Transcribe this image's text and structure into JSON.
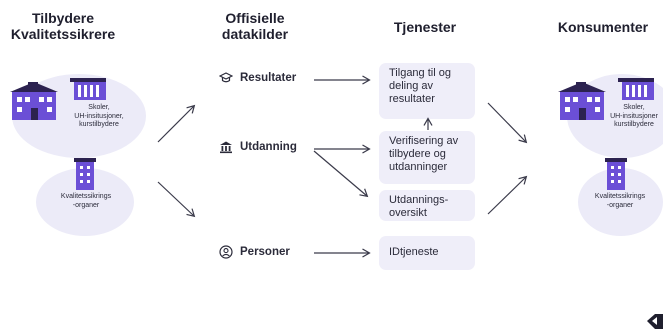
{
  "columns": {
    "providers": {
      "line1": "Tilbydere",
      "line2": "Kvalitetssikrere"
    },
    "sources": {
      "line1": "Offisielle",
      "line2": "datakilder"
    },
    "services": {
      "line1": "Tjenester"
    },
    "consumers": {
      "line1": "Konsumenter"
    }
  },
  "providers": {
    "schools": {
      "line1": "Skoler,",
      "line2": "UH-insitusjoner,",
      "line3": "kurstilbydere"
    },
    "qa": {
      "line1": "Kvalitetssikrings",
      "line2": "-organer"
    }
  },
  "consumers": {
    "schools": {
      "line1": "Skoler,",
      "line2": "UH-insitusjoner",
      "line3": "kurstilbydere"
    },
    "qa": {
      "line1": "Kvalitetssikrings",
      "line2": "-organer"
    }
  },
  "sources": [
    {
      "label": "Resultater",
      "icon": "graduation-cap-icon"
    },
    {
      "label": "Utdanning",
      "icon": "institution-icon"
    },
    {
      "label": "Personer",
      "icon": "person-icon"
    }
  ],
  "services": [
    {
      "line1": "Tilgang til og",
      "line2": "deling av",
      "line3": "resultater"
    },
    {
      "line1": "Verifisering av",
      "line2": "tilbydere og",
      "line3": "utdanninger"
    },
    {
      "line1": "Utdannings-",
      "line2": "oversikt"
    },
    {
      "line1": "IDtjeneste"
    }
  ],
  "colors": {
    "purple": "#6b4fd6",
    "dark": "#2c2250",
    "blob": "#ecebf8",
    "service_bg": "#efeef9",
    "arrow": "#3a3a4a"
  }
}
